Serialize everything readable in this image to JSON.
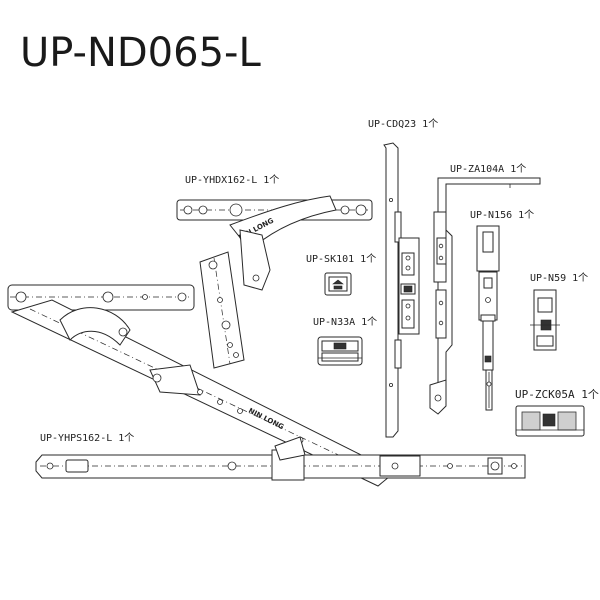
{
  "title": "UP-ND065-L",
  "parts": {
    "cdq23": "UP-CDQ23 1个",
    "yhdx162": "UP-YHDX162-L 1个",
    "za104a": "UP-ZA104A 1个",
    "n156": "UP-N156 1个",
    "sk101": "UP-SK101 1个",
    "n33a": "UP-N33A 1个",
    "n59": "UP-N59 1个",
    "zck05a": "UP-ZCK05A 1个",
    "yhps162": "UP-YHPS162-L 1个"
  },
  "engraving": "NIN LONG"
}
